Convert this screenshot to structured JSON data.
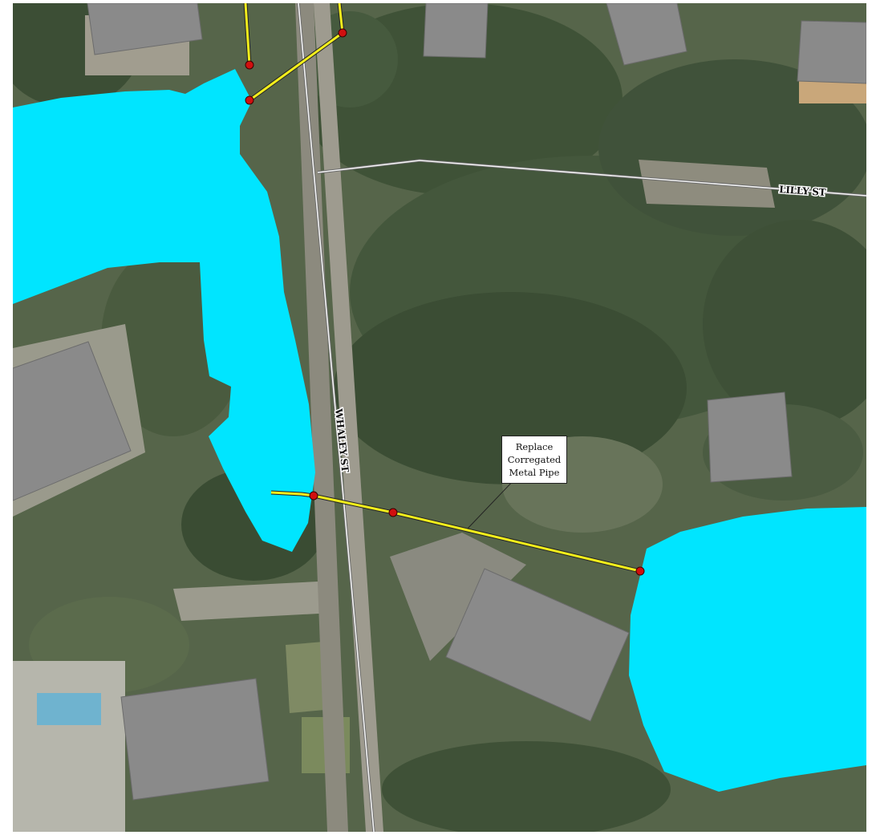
{
  "map": {
    "type": "aerial stormwater map",
    "streets": {
      "whaley": "WHALEY ST",
      "lilly": "LILLY ST"
    },
    "annotation": {
      "line1": "Replace",
      "line2": "Corregated",
      "line3": "Metal Pipe"
    },
    "colors": {
      "water": "#00E5FF",
      "pipe": "#F2EE1C",
      "node": "#D10F0F",
      "building": "#8A8A8A",
      "road_line": "#F4F4F4"
    }
  }
}
